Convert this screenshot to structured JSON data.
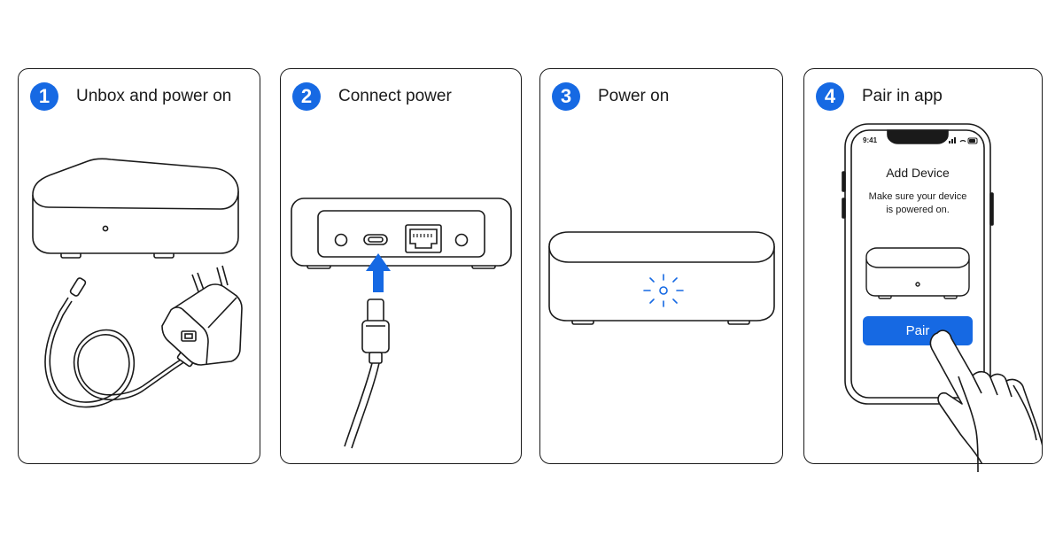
{
  "colors": {
    "accent": "#1669e3",
    "stroke": "#1a1a1a"
  },
  "steps": [
    {
      "number": "1",
      "title": "Unbox and power on"
    },
    {
      "number": "2",
      "title": "Connect power"
    },
    {
      "number": "3",
      "title": "Power on"
    },
    {
      "number": "4",
      "title": "Pair in app"
    }
  ],
  "phone": {
    "time": "9:41",
    "screen_title": "Add Device",
    "instruction_line1": "Make sure your device",
    "instruction_line2": "is powered on.",
    "pair_button": "Pair"
  }
}
